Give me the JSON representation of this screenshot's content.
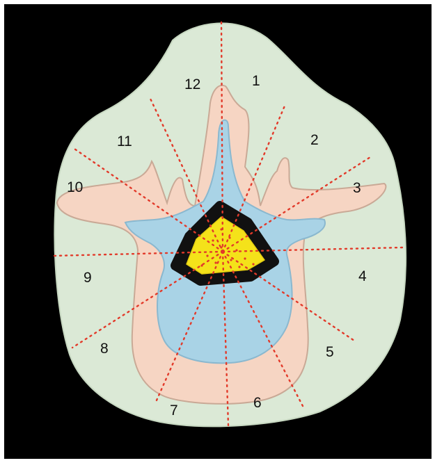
{
  "diagram": {
    "zone_labels": [
      "1",
      "2",
      "3",
      "4",
      "5",
      "6",
      "7",
      "8",
      "9",
      "10",
      "11",
      "12"
    ],
    "colors": {
      "frame_border": "#ffffff",
      "background": "#000000",
      "outer_region": "#dbe9d6",
      "bone": "#f6d5c3",
      "disc": "#a9d3e6",
      "canal_ring": "#111111",
      "canal_core": "#f4e21a",
      "divider_lines": "#e23a2a",
      "label_text": "#111111"
    }
  }
}
